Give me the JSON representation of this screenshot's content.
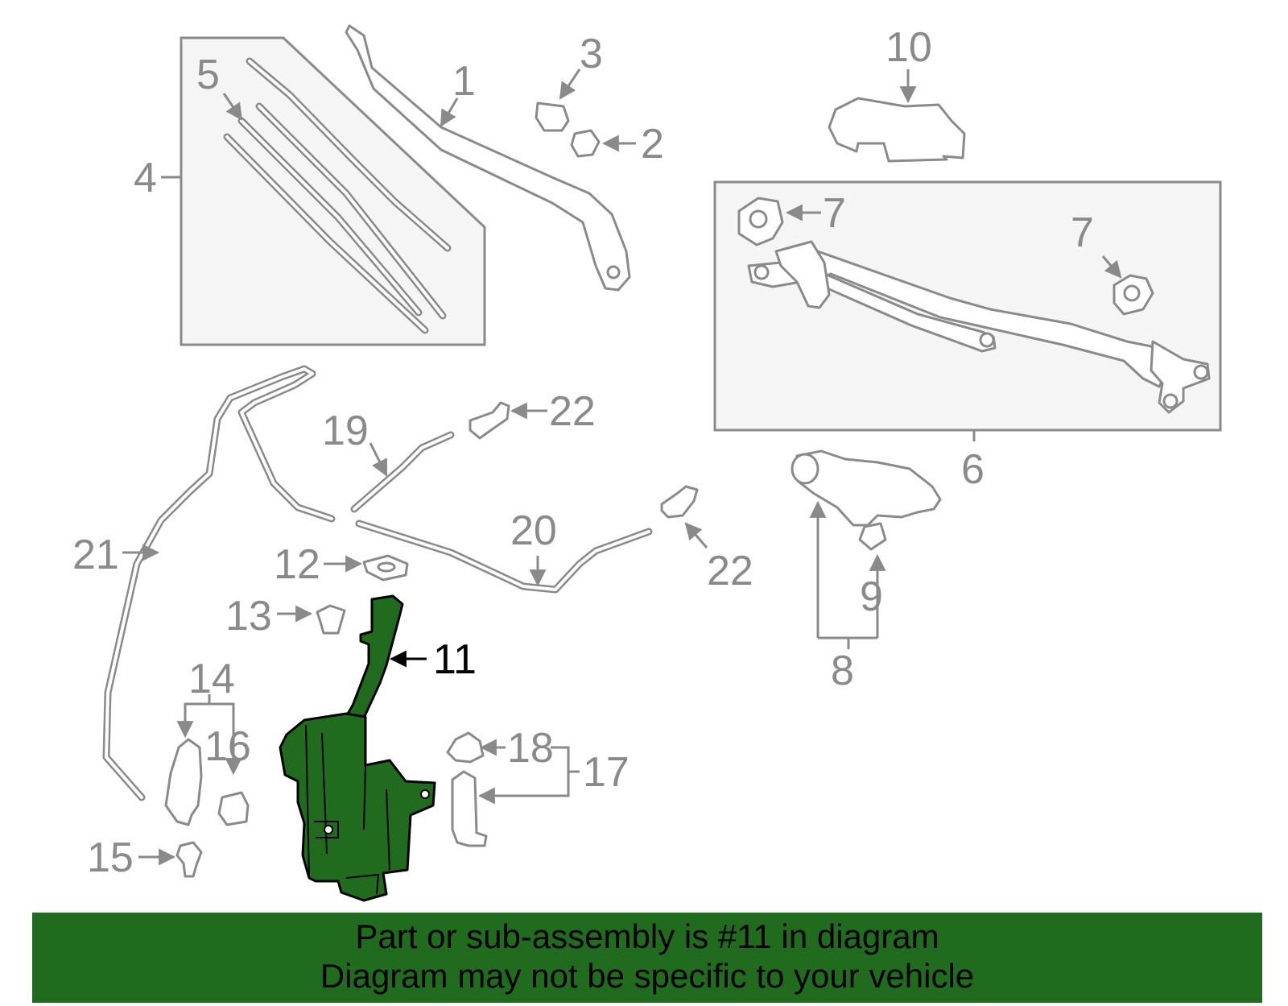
{
  "diagram": {
    "callouts": [
      {
        "id": "c1",
        "text": "1"
      },
      {
        "id": "c2",
        "text": "2"
      },
      {
        "id": "c3",
        "text": "3"
      },
      {
        "id": "c4",
        "text": "4"
      },
      {
        "id": "c5",
        "text": "5"
      },
      {
        "id": "c6",
        "text": "6"
      },
      {
        "id": "c7a",
        "text": "7"
      },
      {
        "id": "c7b",
        "text": "7"
      },
      {
        "id": "c8",
        "text": "8"
      },
      {
        "id": "c9",
        "text": "9"
      },
      {
        "id": "c10",
        "text": "10"
      },
      {
        "id": "c11",
        "text": "11"
      },
      {
        "id": "c12",
        "text": "12"
      },
      {
        "id": "c13",
        "text": "13"
      },
      {
        "id": "c14",
        "text": "14"
      },
      {
        "id": "c15",
        "text": "15"
      },
      {
        "id": "c16",
        "text": "16"
      },
      {
        "id": "c17",
        "text": "17"
      },
      {
        "id": "c18",
        "text": "18"
      },
      {
        "id": "c19",
        "text": "19"
      },
      {
        "id": "c20",
        "text": "20"
      },
      {
        "id": "c21",
        "text": "21"
      },
      {
        "id": "c22a",
        "text": "22"
      },
      {
        "id": "c22b",
        "text": "22"
      }
    ],
    "highlight_color": "#206b1e",
    "line_color": "#8a8a8a"
  },
  "banner": {
    "line1": "Part or sub-assembly is #11 in diagram",
    "line2": "Diagram may not be specific to your vehicle"
  }
}
